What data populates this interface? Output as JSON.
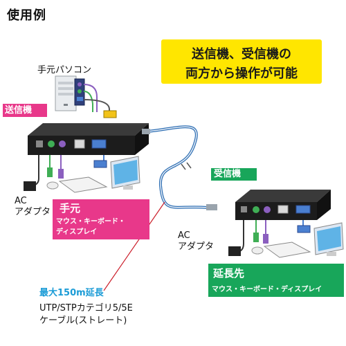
{
  "title": "使用例",
  "callout": {
    "line1": "送信機、受信機の",
    "line2": "両方から操作が可能"
  },
  "pc_label": "手元パソコン",
  "sender_tag": "送信機",
  "receiver_tag": "受信機",
  "ac_adapter": {
    "line1": "AC",
    "line2": "アダプタ"
  },
  "local_box": {
    "heading": "手元",
    "line1": "マウス・キーボード・",
    "line2": "ディスプレイ"
  },
  "remote_box": {
    "heading": "延長先",
    "line1": "マウス・キーボード・ディスプレイ"
  },
  "distance_label": "最大150m延長",
  "cable_label": {
    "line1": "UTP/STPカテゴリ5/5E",
    "line2": "ケーブル(ストレート)"
  },
  "colors": {
    "callout_bg": "#ffe600",
    "pink": "#e8388a",
    "green": "#18a65a",
    "distance_text": "#1a9bd6",
    "device_body": "#1c1c1c",
    "leader_line": "#cc1f2b"
  }
}
